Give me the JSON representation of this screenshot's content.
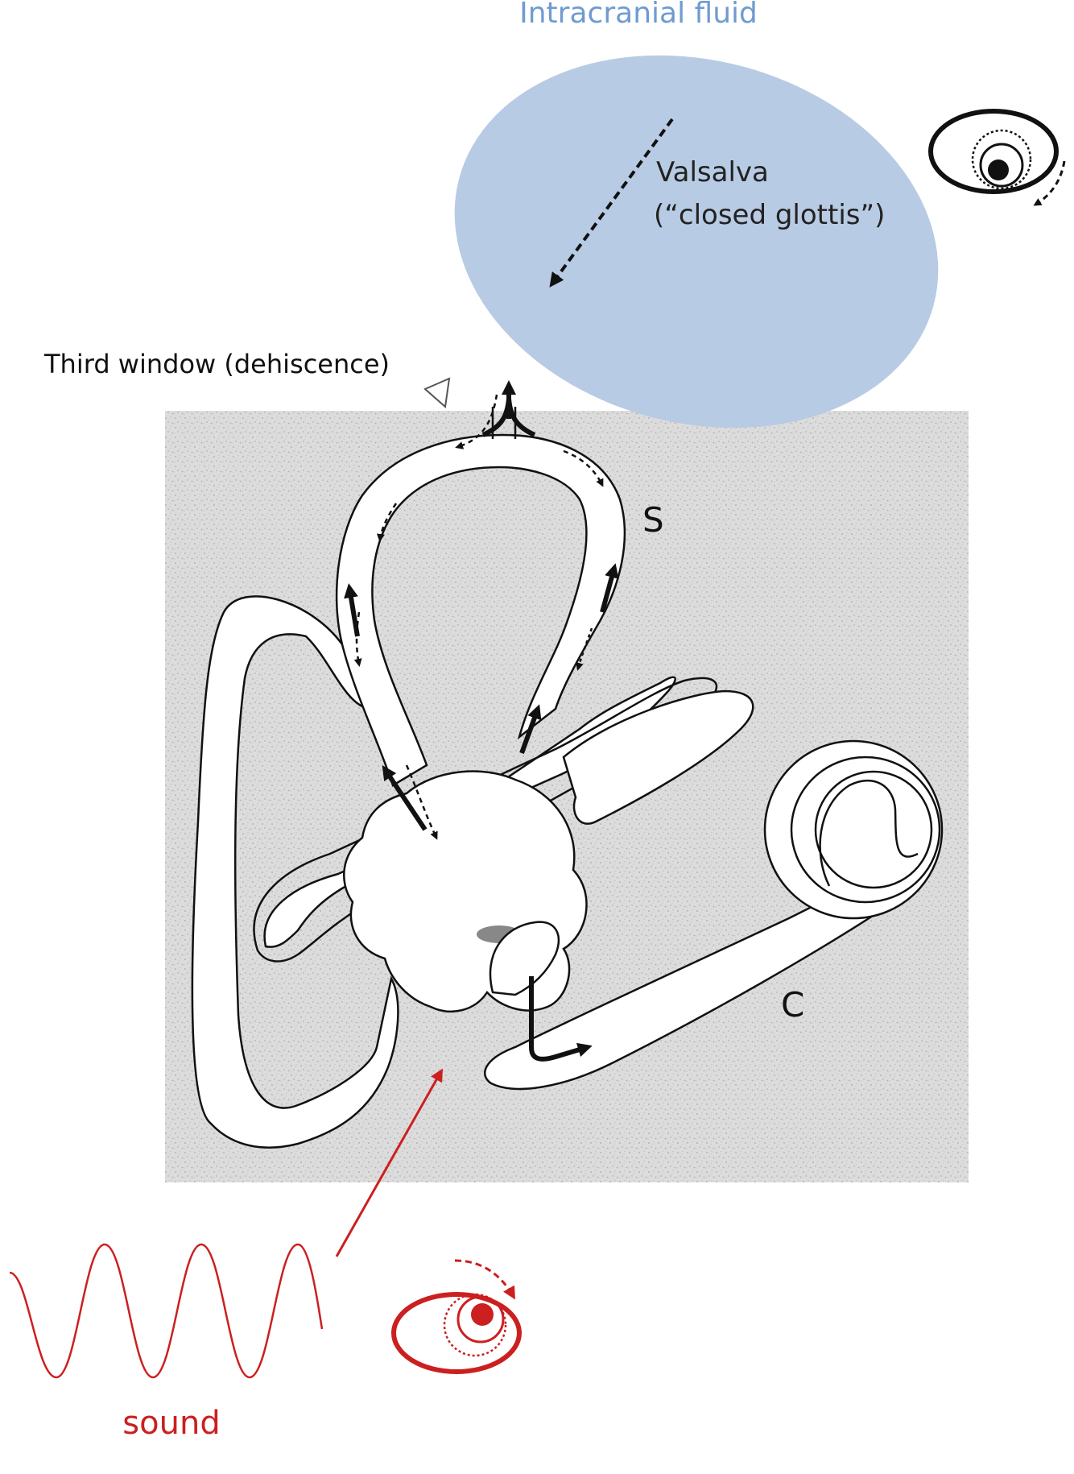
{
  "labels": {
    "intracranial_fluid": "Intracranial fluid",
    "valsalva": "Valsalva",
    "closed_glottis": "(“closed glottis”)",
    "third_window": "Third window (dehiscence)",
    "superior_canal": "S",
    "cochlea": "C",
    "sound": "sound"
  },
  "colors": {
    "intracranial_fluid_fill": "#b8cbe4",
    "intracranial_label": "#6f9bd1",
    "bone_texture": "#d9d9d9",
    "sound": "#cc1f1f",
    "ink": "#111111"
  },
  "icons": {
    "top_eye": "eye-icon",
    "bottom_eye": "eye-icon",
    "sound_wave": "sine-wave-icon",
    "third_window_marker": "open-triangle-icon"
  }
}
